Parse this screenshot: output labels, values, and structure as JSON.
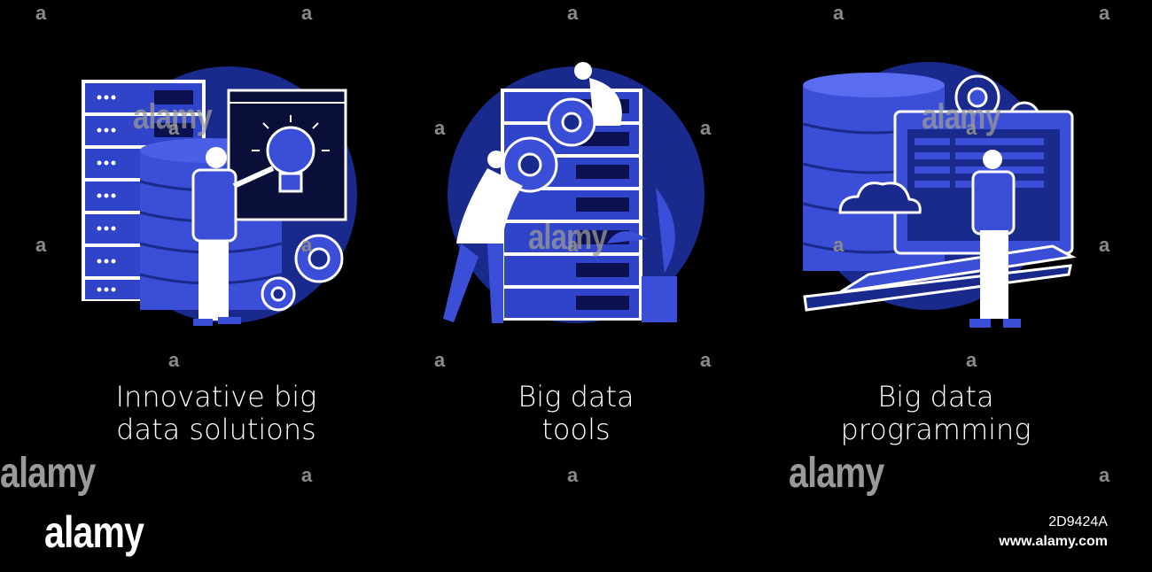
{
  "captions": [
    {
      "line1": "Innovative big",
      "line2": "data solutions"
    },
    {
      "line1": "Big data",
      "line2": "tools"
    },
    {
      "line1": "Big data",
      "line2": "programming"
    }
  ],
  "watermark": {
    "small": "a",
    "big": "alamy",
    "logo": "alamy",
    "stock_id": "2D9424A",
    "url": "www.alamy.com"
  },
  "colors": {
    "background": "#000000",
    "dark_blue": "#1a2a8c",
    "mid_blue": "#3b4ed8",
    "light_blue": "#5a6cf0",
    "white": "#ffffff"
  },
  "icons": [
    "server-rack-icon",
    "database-icon",
    "light-bulb-icon",
    "gear-icon",
    "person-icon",
    "plant-icon",
    "laptop-icon",
    "cloud-icon"
  ]
}
